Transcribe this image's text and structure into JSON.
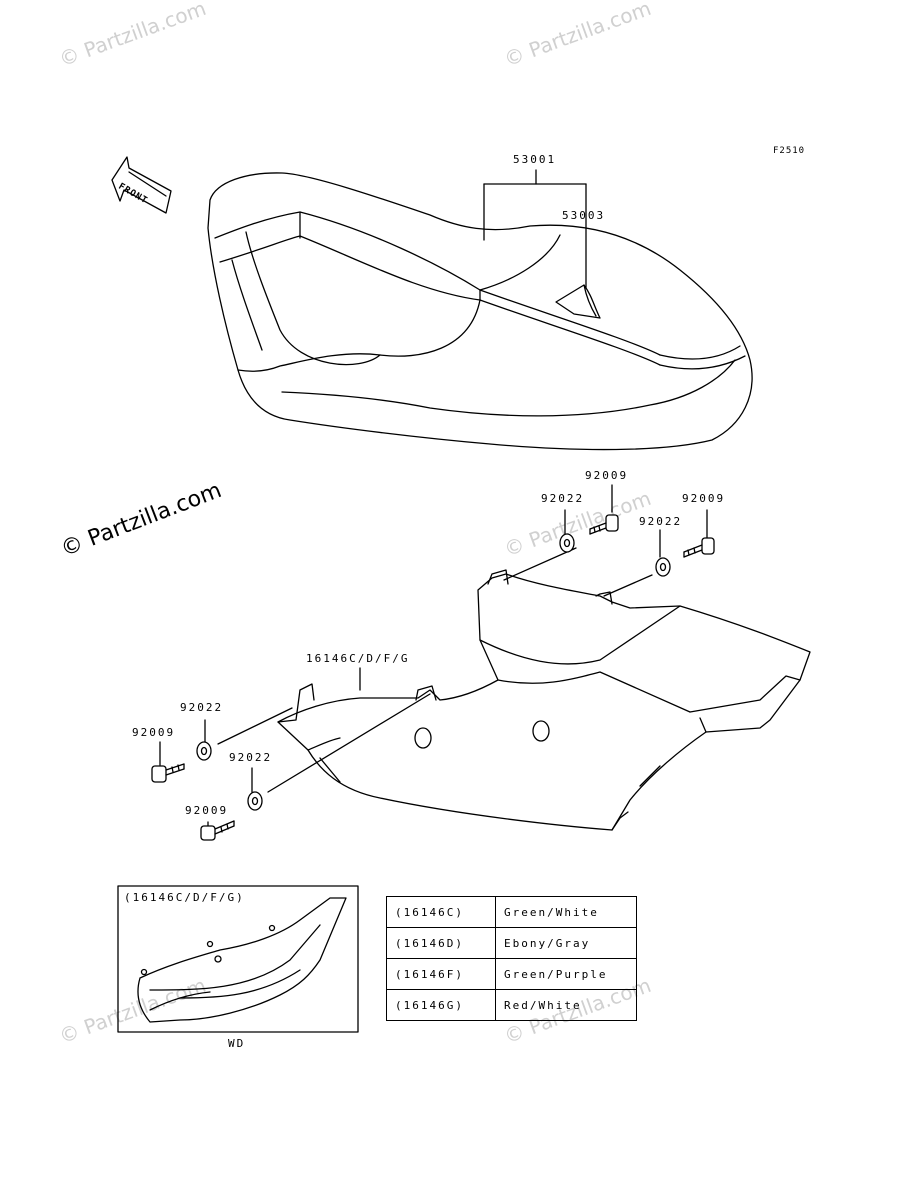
{
  "figure_code": "F2510",
  "front_arrow_label": "FRONT",
  "watermark_text": "© Partzilla.com",
  "callouts": {
    "seat_assy": "53001",
    "seat_cover": "53003",
    "bolt_top_center": "92009",
    "washer_top_left": "92022",
    "bolt_top_right": "92009",
    "washer_top_right": "92022",
    "side_cover": "16146C/D/F/G",
    "washer_left_upper": "92022",
    "bolt_left_upper": "92009",
    "washer_left_lower": "92022",
    "bolt_left_lower": "92009"
  },
  "inset": {
    "title": "(16146C/D/F/G)",
    "caption": "WD"
  },
  "color_table": [
    {
      "code": "(16146C)",
      "color": "Green/White"
    },
    {
      "code": "(16146D)",
      "color": "Ebony/Gray"
    },
    {
      "code": "(16146F)",
      "color": "Green/Purple"
    },
    {
      "code": "(16146G)",
      "color": "Red/White"
    }
  ]
}
